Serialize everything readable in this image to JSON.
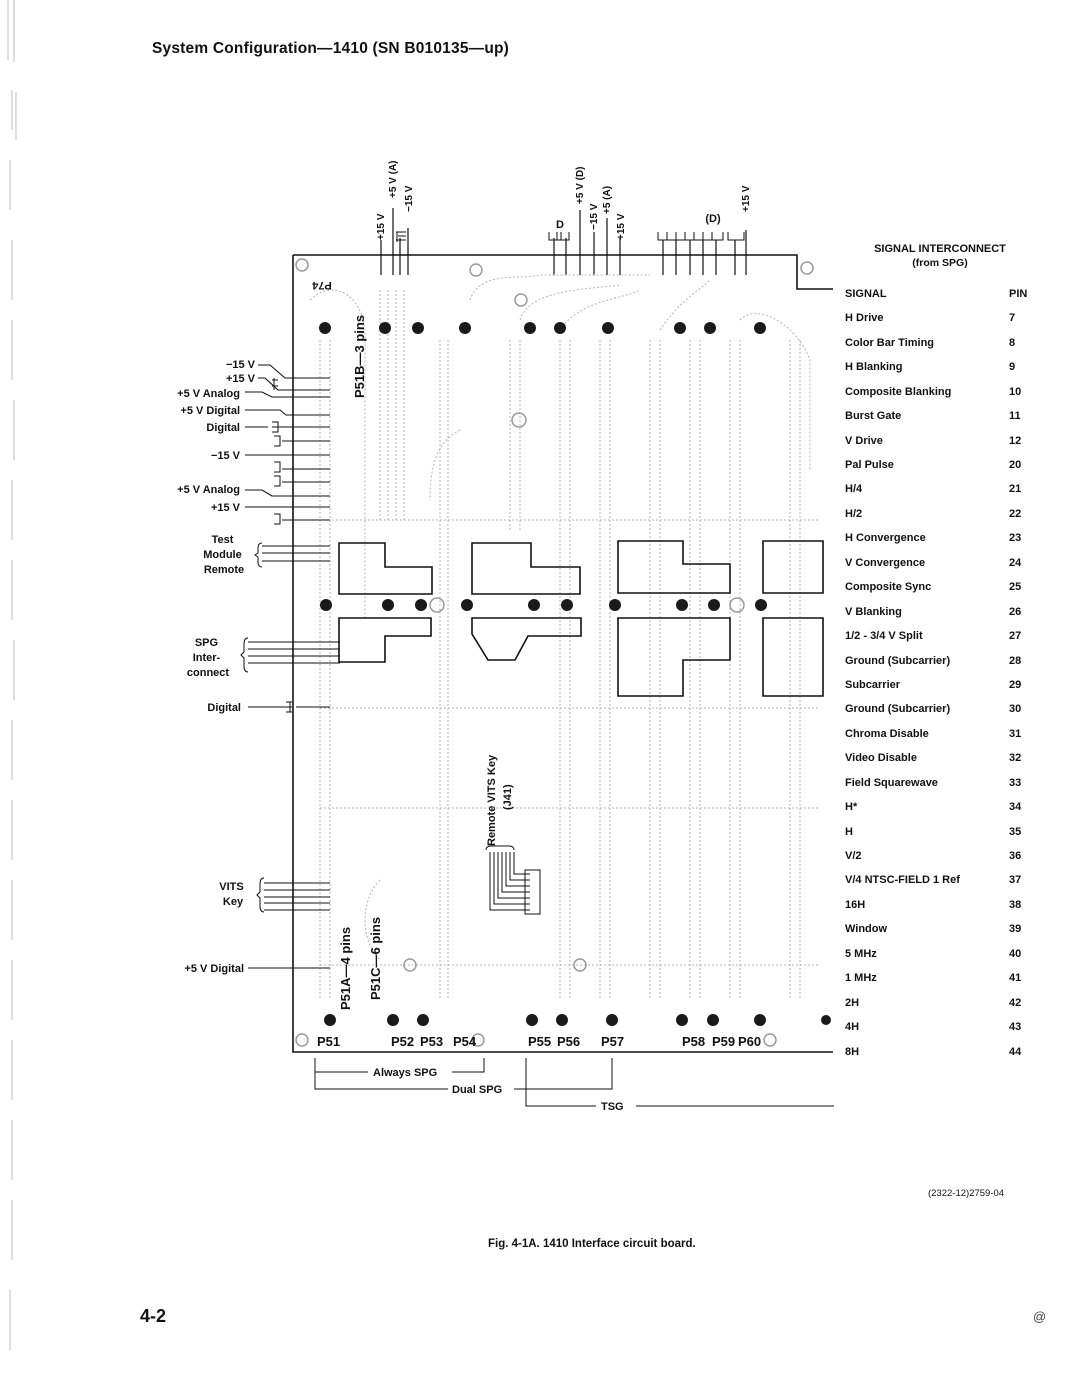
{
  "page": {
    "title": "System Configuration—1410 (SN B010135—up)",
    "page_number": "4-2",
    "publisher_mark": "@",
    "drawing_code": "(2322-12)2759-04",
    "caption": "Fig. 4-1A.  1410 Interface circuit board."
  },
  "board": {
    "board_id": "P74",
    "top_connections": [
      {
        "label": "+15 V"
      },
      {
        "label": "+5 V (A)"
      },
      {
        "label": "−15 V"
      },
      {
        "label": "D"
      },
      {
        "label": "+5 V (D)"
      },
      {
        "label": "−15 V"
      },
      {
        "label": "+5 (A)"
      },
      {
        "label": "+15 V"
      },
      {
        "label": "(D)"
      },
      {
        "label": "+15 V"
      }
    ],
    "left_connections": [
      {
        "label": "−15 V"
      },
      {
        "label": "+15 V"
      },
      {
        "label": "+5 V Analog"
      },
      {
        "label": "+5 V Digital"
      },
      {
        "label": "Digital"
      },
      {
        "label": "−15 V"
      },
      {
        "label": "+5 V Analog"
      },
      {
        "label": "+15 V"
      }
    ],
    "left_groups": [
      {
        "label_lines": [
          "Test",
          "Module",
          "Remote"
        ]
      },
      {
        "label_lines": [
          "SPG",
          "Inter-",
          "connect"
        ]
      },
      {
        "label": "Digital"
      },
      {
        "label_lines": [
          "VITS",
          "Key"
        ]
      },
      {
        "label": "+5 V Digital"
      }
    ],
    "internal_labels": {
      "p51b": "P51B—3 pins",
      "p51a": "P51A—4 pins",
      "p51c": "P51C—6 pins",
      "remote_vits": "Remote VITS Key",
      "j41": "(J41)"
    },
    "connectors": [
      "P51",
      "P52",
      "P53",
      "P54",
      "P55",
      "P56",
      "P57",
      "P58",
      "P59",
      "P60"
    ],
    "brackets": {
      "always_spg": "Always SPG",
      "dual_spg": "Dual SPG",
      "tsg": "TSG"
    }
  },
  "signal_table": {
    "title": "SIGNAL INTERCONNECT",
    "subtitle": "(from SPG)",
    "header_signal": "SIGNAL",
    "header_pin": "PIN",
    "rows": [
      {
        "signal": "H Drive",
        "pin": "7"
      },
      {
        "signal": "Color Bar Timing",
        "pin": "8"
      },
      {
        "signal": "H Blanking",
        "pin": "9"
      },
      {
        "signal": "Composite Blanking",
        "pin": "10"
      },
      {
        "signal": "Burst Gate",
        "pin": "11"
      },
      {
        "signal": "V Drive",
        "pin": "12"
      },
      {
        "signal": "Pal Pulse",
        "pin": "20"
      },
      {
        "signal": "H/4",
        "pin": "21"
      },
      {
        "signal": "H/2",
        "pin": "22"
      },
      {
        "signal": "H Convergence",
        "pin": "23"
      },
      {
        "signal": "V Convergence",
        "pin": "24"
      },
      {
        "signal": "Composite Sync",
        "pin": "25"
      },
      {
        "signal": "V Blanking",
        "pin": "26"
      },
      {
        "signal": "1/2 - 3/4 V Split",
        "pin": "27"
      },
      {
        "signal": "Ground (Subcarrier)",
        "pin": "28"
      },
      {
        "signal": "Subcarrier",
        "pin": "29"
      },
      {
        "signal": "Ground (Subcarrier)",
        "pin": "30"
      },
      {
        "signal": "Chroma Disable",
        "pin": "31"
      },
      {
        "signal": "Video Disable",
        "pin": "32"
      },
      {
        "signal": "Field Squarewave",
        "pin": "33"
      },
      {
        "signal": "H*",
        "pin": "34"
      },
      {
        "signal": "H",
        "pin": "35"
      },
      {
        "signal": "V/2",
        "pin": "36"
      },
      {
        "signal": "V/4 NTSC-FIELD 1  Ref",
        "pin": "37"
      },
      {
        "signal": "16H",
        "pin": "38"
      },
      {
        "signal": "Window",
        "pin": "39"
      },
      {
        "signal": "5 MHz",
        "pin": "40"
      },
      {
        "signal": "1 MHz",
        "pin": "41"
      },
      {
        "signal": "2H",
        "pin": "42"
      },
      {
        "signal": "4H",
        "pin": "43"
      },
      {
        "signal": "8H",
        "pin": "44"
      }
    ]
  }
}
